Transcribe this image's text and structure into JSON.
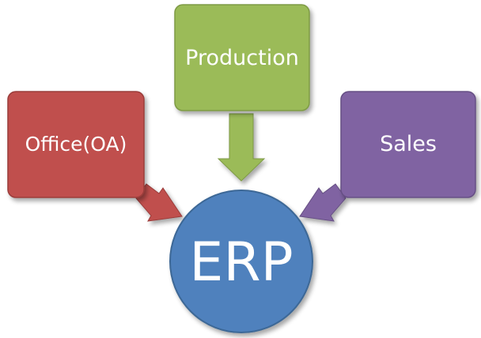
{
  "diagram": {
    "nodes": {
      "office": {
        "label": "Office(OA)",
        "color": "#c0504d",
        "border": "#9a3c3a"
      },
      "production": {
        "label": "Production",
        "color": "#9bbb59",
        "border": "#7e9a45"
      },
      "sales": {
        "label": "Sales",
        "color": "#8064a2",
        "border": "#664f84"
      },
      "erp": {
        "label": "ERP",
        "color": "#4f81bd",
        "border": "#3c6796"
      }
    },
    "arrows": [
      {
        "from": "office",
        "to": "erp",
        "color": "#c0504d"
      },
      {
        "from": "production",
        "to": "erp",
        "color": "#9bbb59"
      },
      {
        "from": "sales",
        "to": "erp",
        "color": "#8064a2"
      }
    ]
  }
}
